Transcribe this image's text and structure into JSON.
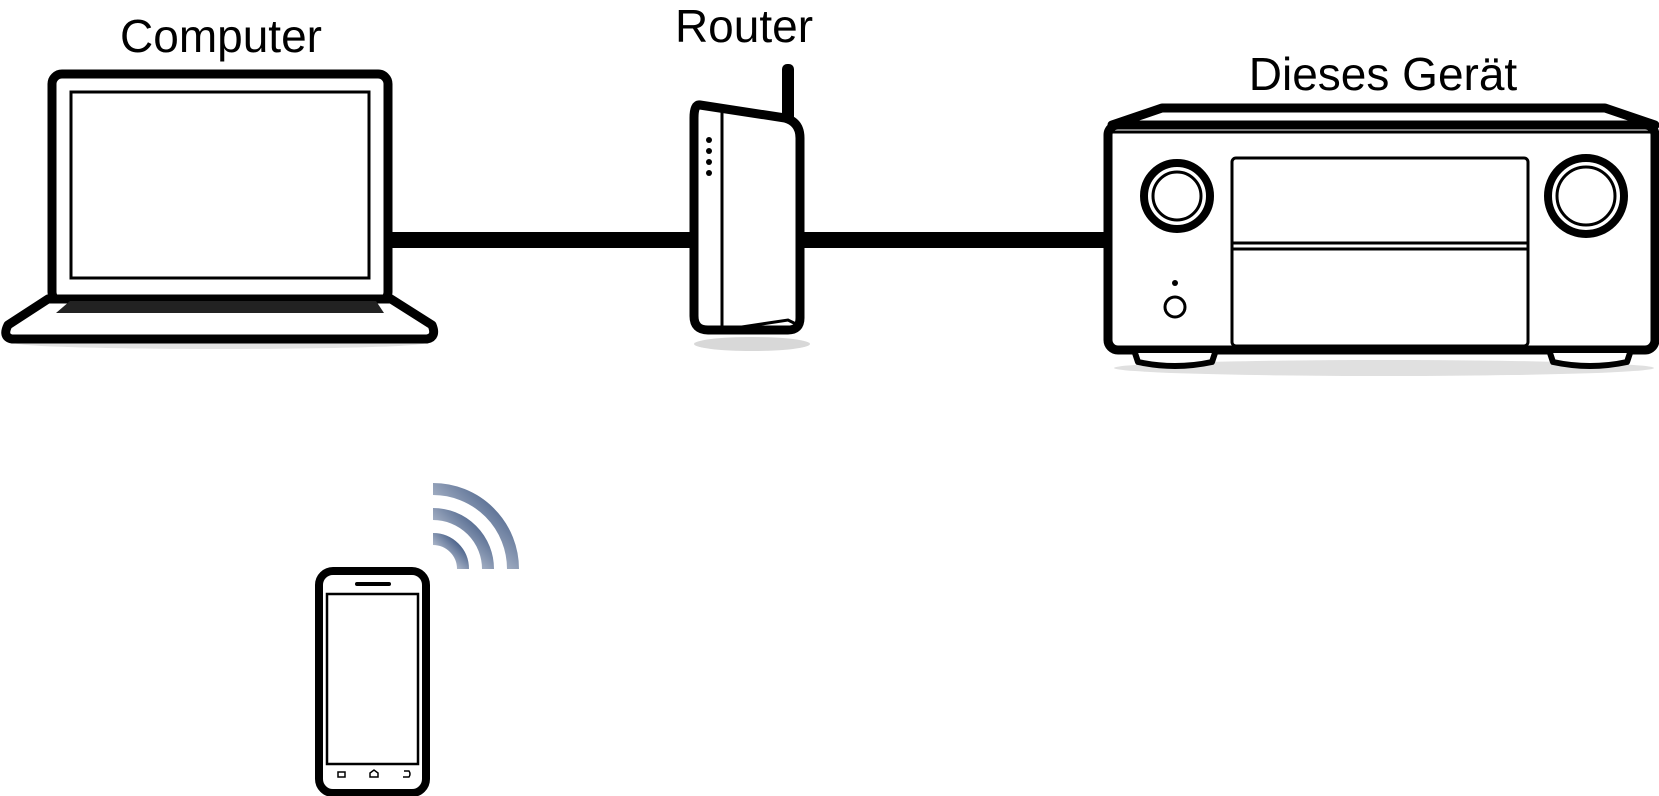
{
  "labels": {
    "computer": "Computer",
    "router": "Router",
    "device": "Dieses Gerät"
  },
  "colors": {
    "stroke": "#000000",
    "wifi": "#2f4a78",
    "shadow": "#d8d8d8"
  },
  "icons": {
    "computer": "laptop-icon",
    "router": "router-icon",
    "device": "av-receiver-icon",
    "phone": "smartphone-icon",
    "wireless": "wifi-signal-icon"
  },
  "connections": [
    {
      "from": "computer",
      "to": "router",
      "type": "wired"
    },
    {
      "from": "router",
      "to": "device",
      "type": "wired"
    },
    {
      "from": "smartphone",
      "to": "router",
      "type": "wireless"
    }
  ]
}
